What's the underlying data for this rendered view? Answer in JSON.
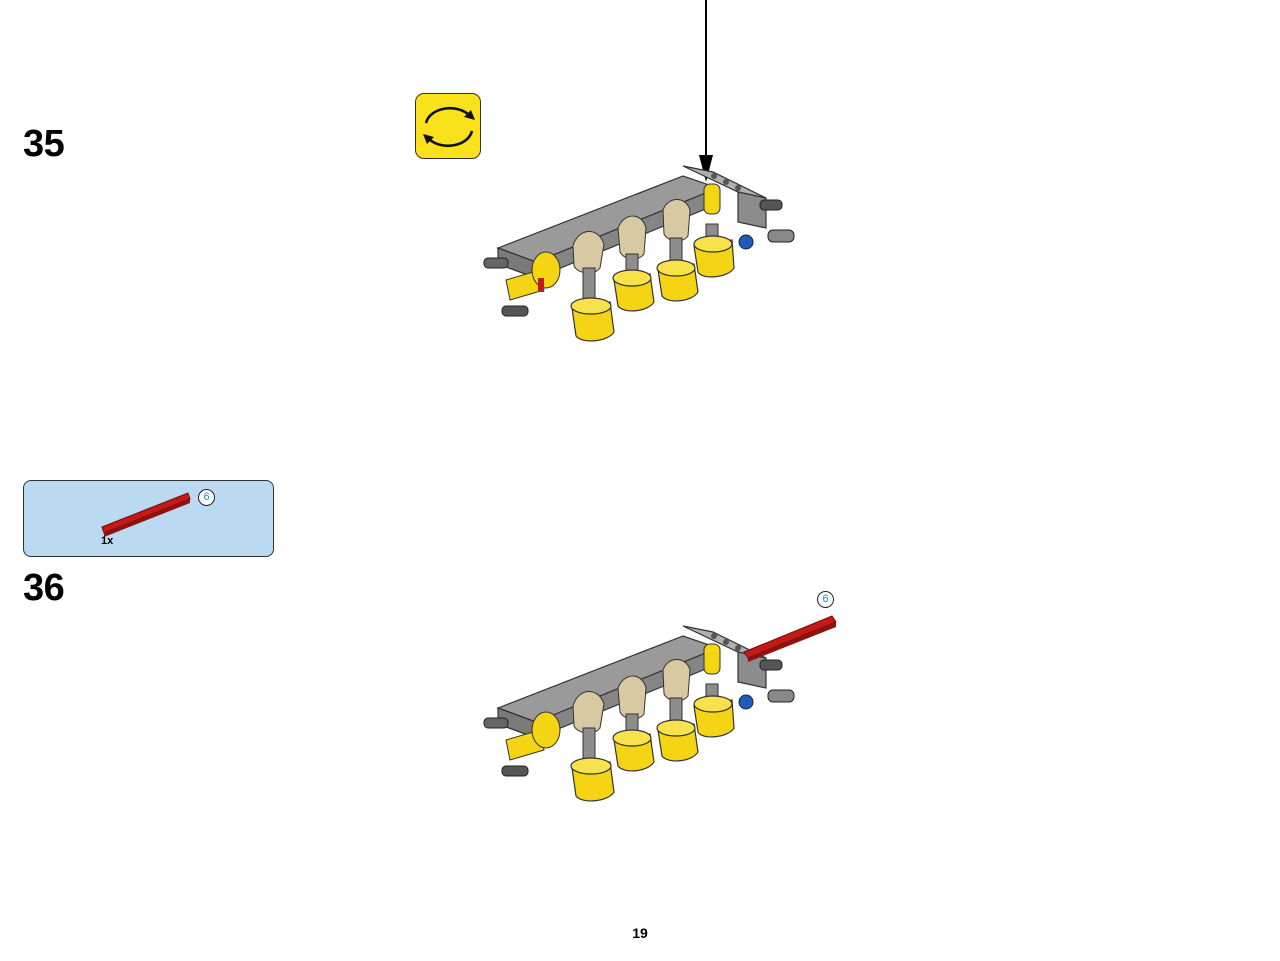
{
  "steps": [
    {
      "number": "35"
    },
    {
      "number": "36"
    }
  ],
  "parts_callout": {
    "quantity": "1x",
    "part": "red-axle",
    "length": "6"
  },
  "step36_axle_length": "6",
  "page_number": "19",
  "icons": {
    "rotate": "rotate-model-icon",
    "arrow": "insert-arrow-icon"
  },
  "colors": {
    "callout_background": "#bcd9f2",
    "rotate_badge": "#f9e11c",
    "axle": "#c41a16",
    "piston": "#f5d414",
    "frame": "#8a8a8a",
    "length_badge_text": "#1e8fc8"
  }
}
